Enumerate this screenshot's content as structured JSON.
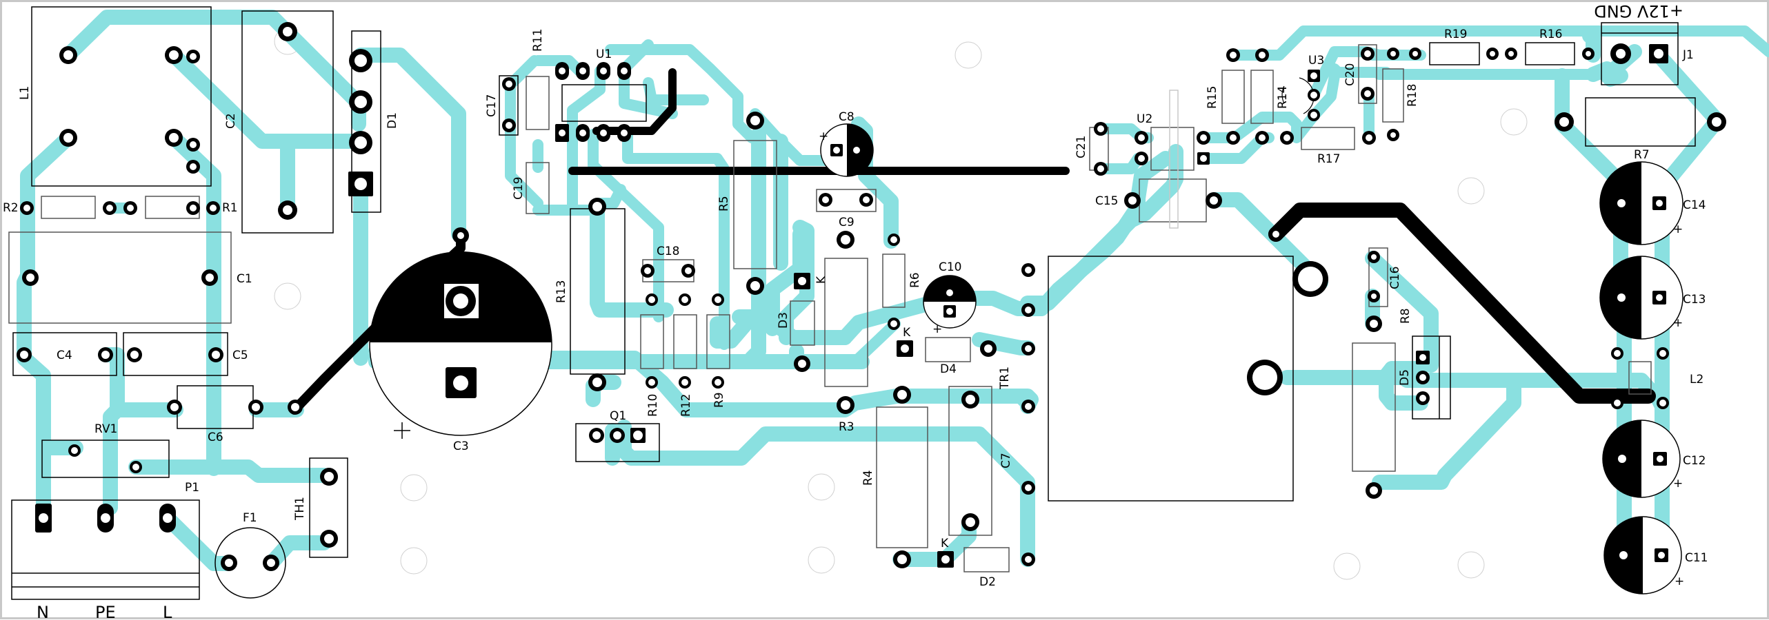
{
  "board": {
    "title": "PCB layout — power supply board",
    "trace_color": "#8ae0e0",
    "copper_color": "#000000",
    "background": "#ffffff"
  },
  "labels": {
    "L1": "L1",
    "C2": "C2",
    "D1": "D1",
    "R2": "R2",
    "R1": "R1",
    "C1": "C1",
    "C4": "C4",
    "C5": "C5",
    "C6": "C6",
    "RV1": "RV1",
    "P1": "P1",
    "F1": "F1",
    "TH1": "TH1",
    "C3": "C3",
    "R11": "R11",
    "U1": "U1",
    "C17": "C17",
    "C19": "C19",
    "R13": "R13",
    "C18": "C18",
    "R10": "R10",
    "R12": "R12",
    "R9": "R9",
    "Q1": "Q1",
    "R5": "R5",
    "C8": "C8",
    "C9": "C9",
    "D3": "D3",
    "R3": "R3",
    "R6": "R6",
    "C10": "C10",
    "D4": "D4",
    "TR1": "TR1",
    "R4": "R4",
    "C7": "C7",
    "D2": "D2",
    "U2": "U2",
    "C21": "C21",
    "C15": "C15",
    "R15": "R15",
    "R14": "R14",
    "U3": "U3",
    "C20": "C20",
    "R17": "R17",
    "R18": "R18",
    "R19": "R19",
    "R16": "R16",
    "J1": "J1",
    "R7": "R7",
    "C14": "C14",
    "C13": "C13",
    "C16": "C16",
    "R8": "R8",
    "D5": "D5",
    "L2": "L2",
    "C12": "C12",
    "C11": "C11",
    "K_D3": "K",
    "K_D4": "K",
    "K_D2": "K",
    "plus": "+"
  },
  "connectors": {
    "mains_terminals": [
      "N",
      "PE",
      "L"
    ],
    "output_label": "+12V GND"
  }
}
